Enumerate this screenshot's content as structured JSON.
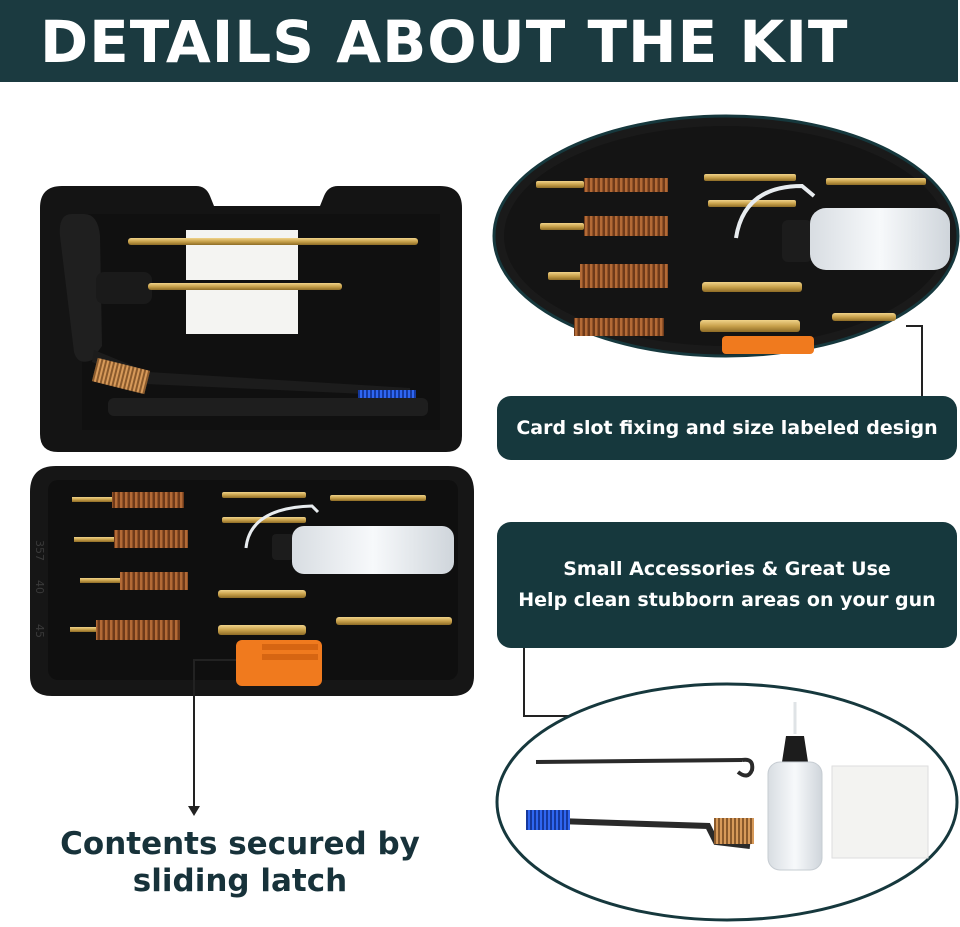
{
  "header": {
    "title": "DETAILS ABOUT THE KIT"
  },
  "callouts": {
    "card_slot": "Card slot fixing and size labeled design",
    "accessories_line1": "Small Accessories & Great Use",
    "accessories_line2": "Help clean stubborn areas on your gun",
    "latch_line1": "Contents secured by",
    "latch_line2": "sliding latch"
  },
  "slot_labels": {
    "cal_357": "357",
    "cal_40": "40",
    "cal_45": "45"
  },
  "colors": {
    "banner": "#1b3a40",
    "pill": "#16383d",
    "case": "#141414",
    "brass": "#c9a24c",
    "bronze": "#9a5a30",
    "latch": "#f07a1e",
    "blue_bristle": "#1f4fd0"
  }
}
